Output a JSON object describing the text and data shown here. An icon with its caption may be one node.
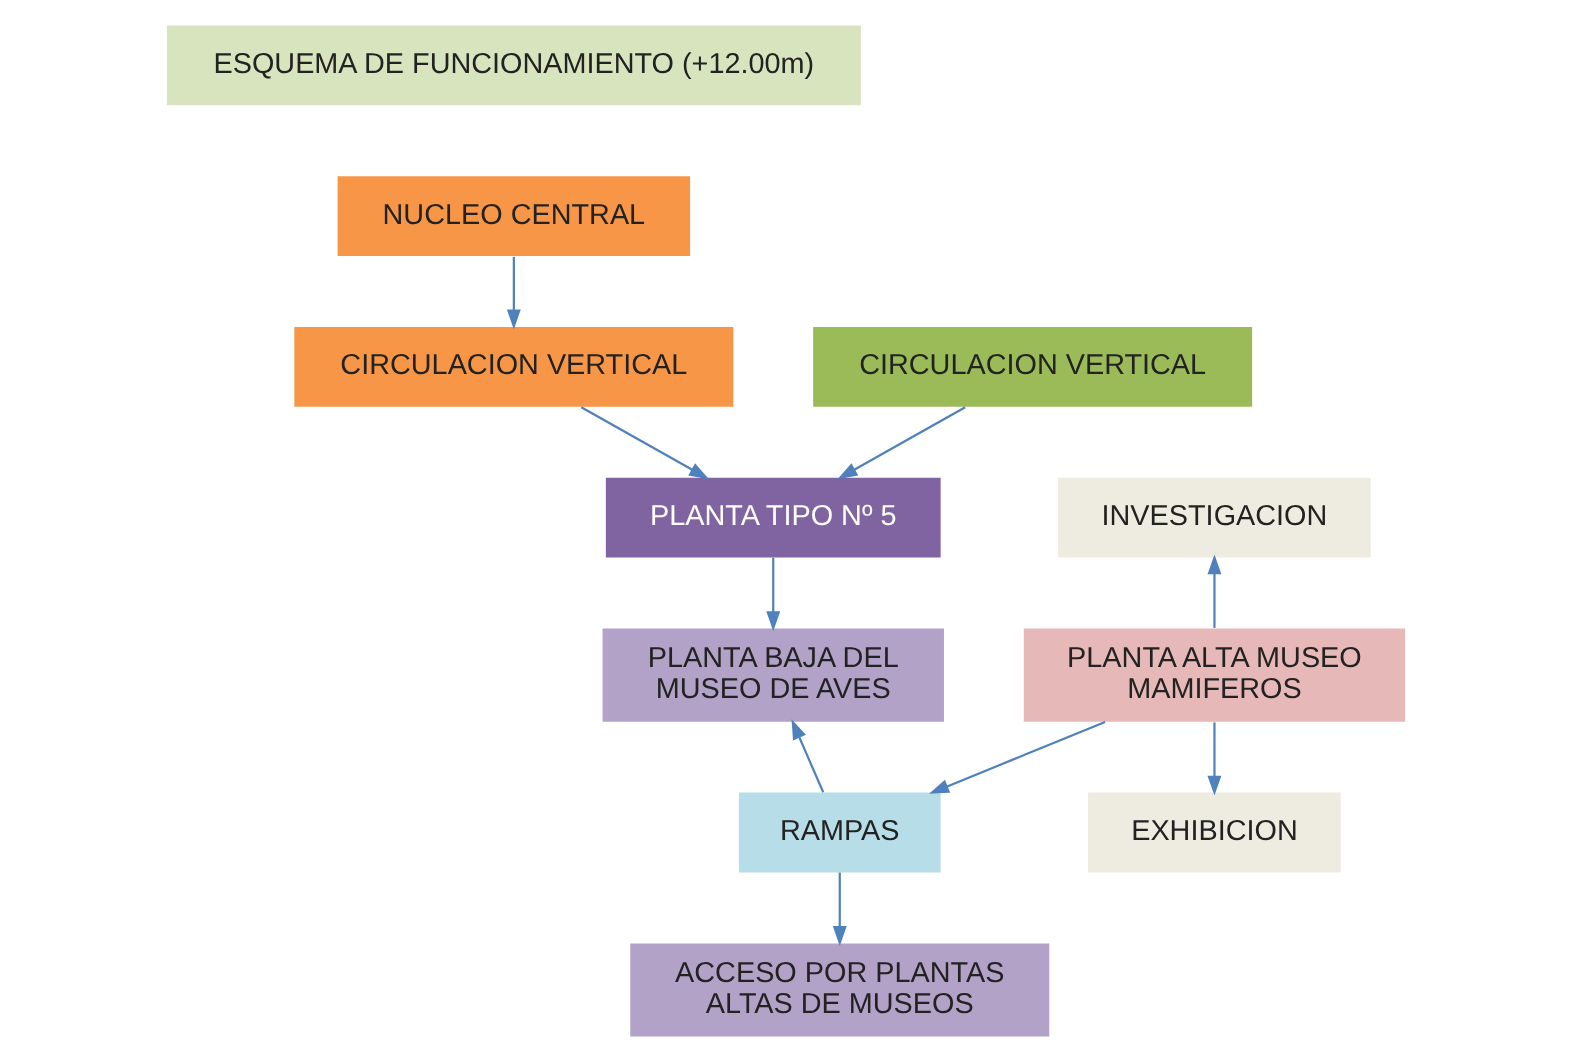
{
  "diagram": {
    "nodes": [
      {
        "text": [
          "ESQUEMA DE FUNCIONAMIENTO (+12.00m)"
        ]
      },
      {
        "text": [
          "NUCLEO CENTRAL"
        ]
      },
      {
        "text": [
          "CIRCULACION VERTICAL"
        ]
      },
      {
        "text": [
          "CIRCULACION VERTICAL"
        ]
      },
      {
        "text": [
          "PLANTA TIPO Nº 5"
        ]
      },
      {
        "text": [
          "INVESTIGACION"
        ]
      },
      {
        "text": [
          "PLANTA BAJA DEL MUSEO DE AVES"
        ]
      },
      {
        "text": [
          "PLANTA ALTA MUSEO MAMIFEROS"
        ]
      },
      {
        "text": [
          "RAMPAS"
        ]
      },
      {
        "text": [
          "EXHIBICION"
        ]
      },
      {
        "text": [
          "ACCESO POR PLANTAS ALTAS DE MUSEOS"
        ]
      }
    ],
    "edges": [
      {
        "from": 1,
        "to": 2,
        "arrow": "to"
      },
      {
        "from": 2,
        "to": 4,
        "arrow": "to"
      },
      {
        "from": 3,
        "to": 4,
        "arrow": "to"
      },
      {
        "from": 4,
        "to": 6,
        "arrow": "to"
      },
      {
        "from": 7,
        "to": 5,
        "arrow": "to"
      },
      {
        "from": 7,
        "to": 9,
        "arrow": "to"
      },
      {
        "from": 7,
        "to": 8,
        "arrow": "to"
      },
      {
        "from": 8,
        "to": 6,
        "arrow": "to"
      },
      {
        "from": 8,
        "to": 10,
        "arrow": "to"
      }
    ]
  }
}
